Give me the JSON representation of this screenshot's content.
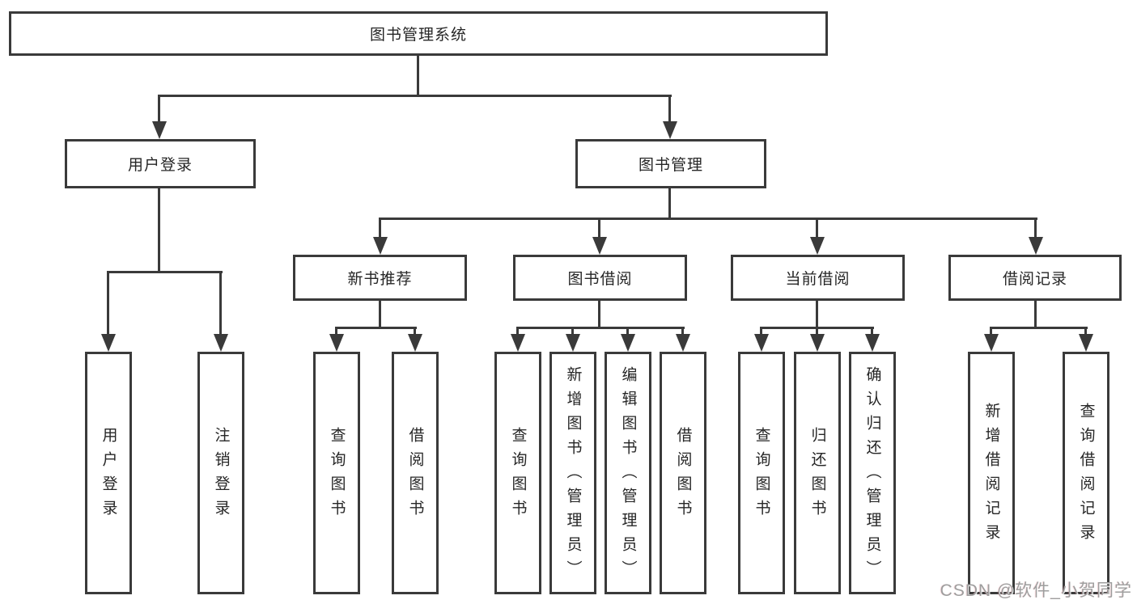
{
  "nodes": {
    "root": {
      "label": "图书管理系统"
    },
    "user_login": {
      "label": "用户登录"
    },
    "book_mgmt": {
      "label": "图书管理"
    },
    "new_book_rec": {
      "label": "新书推荐"
    },
    "book_borrow": {
      "label": "图书借阅"
    },
    "current_borrow": {
      "label": "当前借阅"
    },
    "borrow_record": {
      "label": "借阅记录"
    },
    "ul_login": {
      "label": "用户登录"
    },
    "ul_logout": {
      "label": "注销登录"
    },
    "nb_query": {
      "label": "查询图书"
    },
    "nb_borrow": {
      "label": "借阅图书"
    },
    "bb_query": {
      "label": "查询图书"
    },
    "bb_add": {
      "label": "新增图书（管理员）"
    },
    "bb_edit": {
      "label": "编辑图书（管理员）"
    },
    "bb_borrow": {
      "label": "借阅图书"
    },
    "cb_query": {
      "label": "查询图书"
    },
    "cb_return": {
      "label": "归还图书"
    },
    "cb_confirm": {
      "label": "确认归还（管理员）"
    },
    "br_add": {
      "label": "新增借阅记录"
    },
    "br_query": {
      "label": "查询借阅记录"
    }
  },
  "hierarchy": {
    "图书管理系统": [
      "用户登录",
      "图书管理"
    ],
    "用户登录": [
      "用户登录",
      "注销登录"
    ],
    "图书管理": [
      "新书推荐",
      "图书借阅",
      "当前借阅",
      "借阅记录"
    ],
    "新书推荐": [
      "查询图书",
      "借阅图书"
    ],
    "图书借阅": [
      "查询图书",
      "新增图书（管理员）",
      "编辑图书（管理员）",
      "借阅图书"
    ],
    "当前借阅": [
      "查询图书",
      "归还图书",
      "确认归还（管理员）"
    ],
    "借阅记录": [
      "新增借阅记录",
      "查询借阅记录"
    ]
  },
  "watermark": {
    "text": "CSDN @软件_小贺同学"
  },
  "colors": {
    "line": "#3a3a3a",
    "node_border": "#3a3a3a",
    "node_bg": "#ffffff",
    "text": "#262626",
    "background": "#ffffff",
    "watermark": "#9e9e9e"
  }
}
